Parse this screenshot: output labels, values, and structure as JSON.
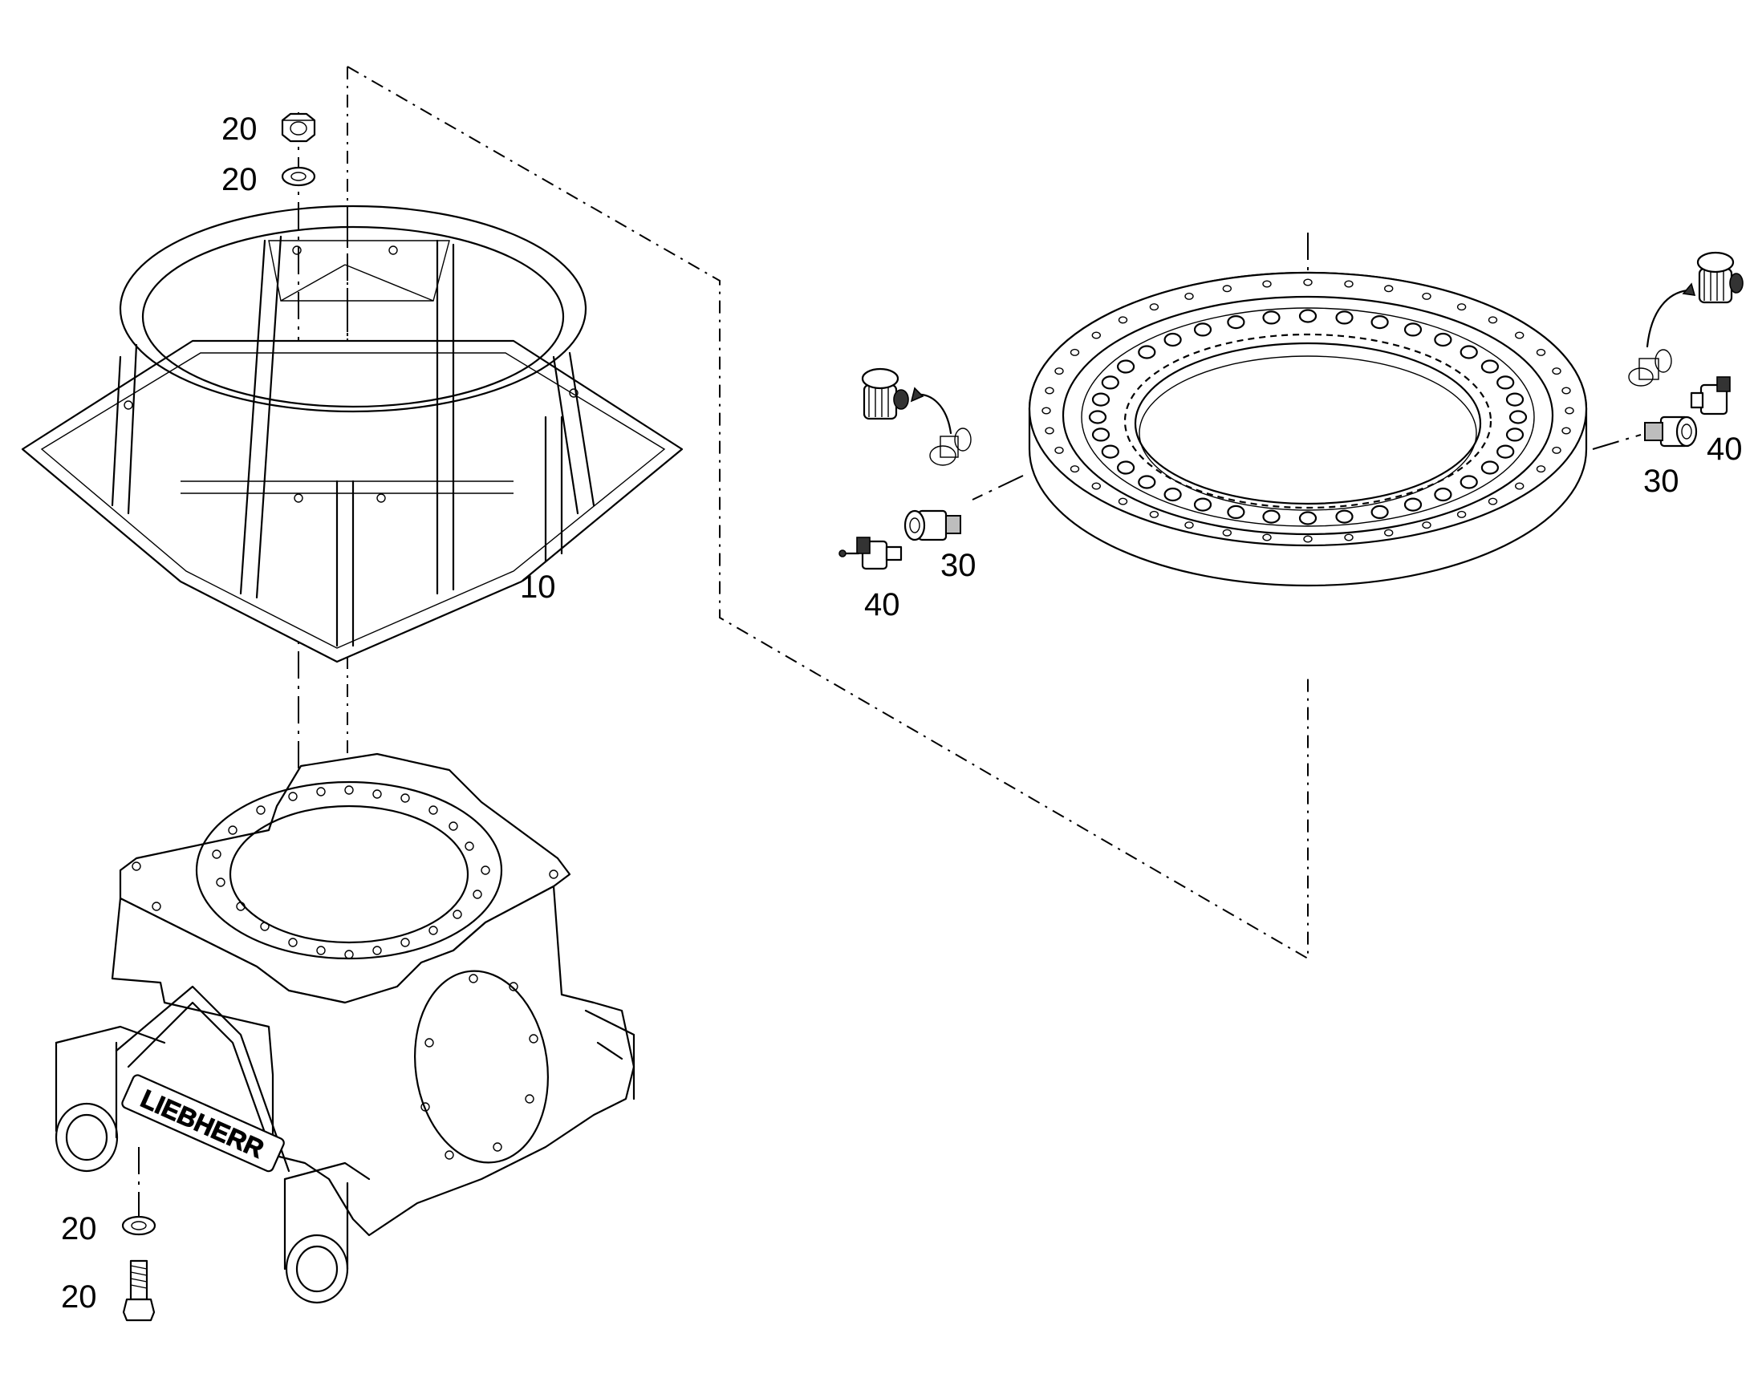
{
  "callouts": {
    "nut": "20",
    "washer_top": "20",
    "frame": "10",
    "fitting_left": "30",
    "valve_left": "40",
    "fitting_right": "30",
    "valve_right": "40",
    "washer_bottom": "20",
    "bolt": "20"
  },
  "housing_logo": "LIEBHERR"
}
